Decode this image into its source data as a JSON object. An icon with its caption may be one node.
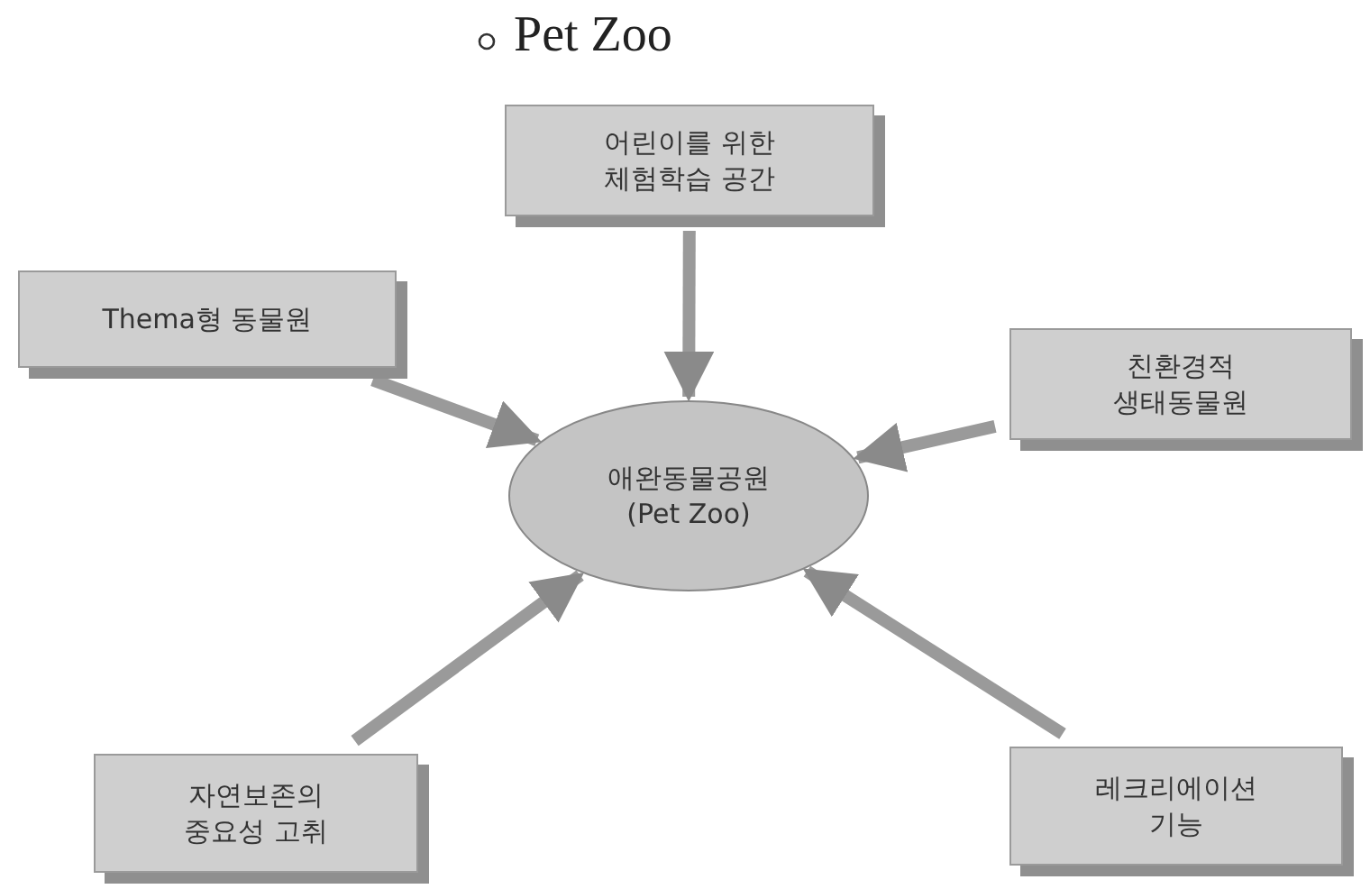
{
  "diagram": {
    "title": "Pet Zoo",
    "nodes": [
      {
        "text": [
          "애완동물공원 (Pet Zoo)"
        ]
      },
      {
        "text": [
          "어린이를 위한 체험학습 공간"
        ]
      },
      {
        "text": [
          "Thema형 동물원"
        ]
      },
      {
        "text": [
          "친환경적 생태동물원"
        ]
      },
      {
        "text": [
          "자연보존의 중요성 고취"
        ]
      },
      {
        "text": [
          "레크리에이션 기능"
        ]
      }
    ],
    "edges": [
      {
        "from": 1,
        "to": 0,
        "arrow": "to"
      },
      {
        "from": 2,
        "to": 0,
        "arrow": "to"
      },
      {
        "from": 3,
        "to": 0,
        "arrow": "to"
      },
      {
        "from": 4,
        "to": 0,
        "arrow": "to"
      },
      {
        "from": 5,
        "to": 0,
        "arrow": "to"
      }
    ]
  }
}
